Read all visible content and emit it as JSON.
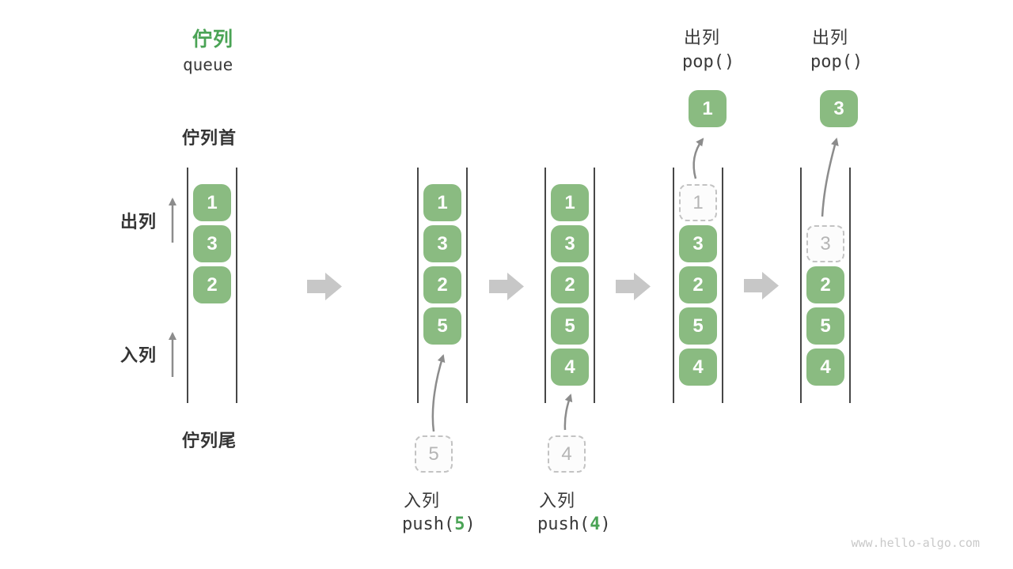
{
  "title": {
    "zh": "佇列",
    "en": "queue"
  },
  "labels": {
    "queue_front": "佇列首",
    "queue_tail": "佇列尾",
    "dequeue": "出列",
    "enqueue": "入列"
  },
  "operations": {
    "push5": {
      "label": "入列",
      "prefix": "push(",
      "arg": "5",
      "suffix": ")"
    },
    "push4": {
      "label": "入列",
      "prefix": "push(",
      "arg": "4",
      "suffix": ")"
    },
    "pop1": {
      "label": "出列",
      "code": "pop()"
    },
    "pop2": {
      "label": "出列",
      "code": "pop()"
    }
  },
  "columns": [
    {
      "name": "state-1",
      "boxes": [
        "1",
        "3",
        "2"
      ]
    },
    {
      "name": "state-2",
      "boxes": [
        "1",
        "3",
        "2",
        "5"
      ],
      "incoming": "5"
    },
    {
      "name": "state-3",
      "boxes": [
        "1",
        "3",
        "2",
        "5",
        "4"
      ],
      "incoming": "4"
    },
    {
      "name": "state-4",
      "boxes": [
        "3",
        "2",
        "5",
        "4"
      ],
      "removed": "1",
      "popped": "1"
    },
    {
      "name": "state-5",
      "boxes": [
        "2",
        "5",
        "4"
      ],
      "removed": "3",
      "popped": "3"
    }
  ],
  "colors": {
    "accent_green": "#4aa355",
    "box_green": "#8abb81",
    "text_dark": "#3b3b3b",
    "block_arrow_gray": "#c7c7c7",
    "thin_arrow_gray": "#8c8c8c",
    "dashed_gray": "#c3c3c3"
  },
  "watermark": "www.hello-algo.com"
}
